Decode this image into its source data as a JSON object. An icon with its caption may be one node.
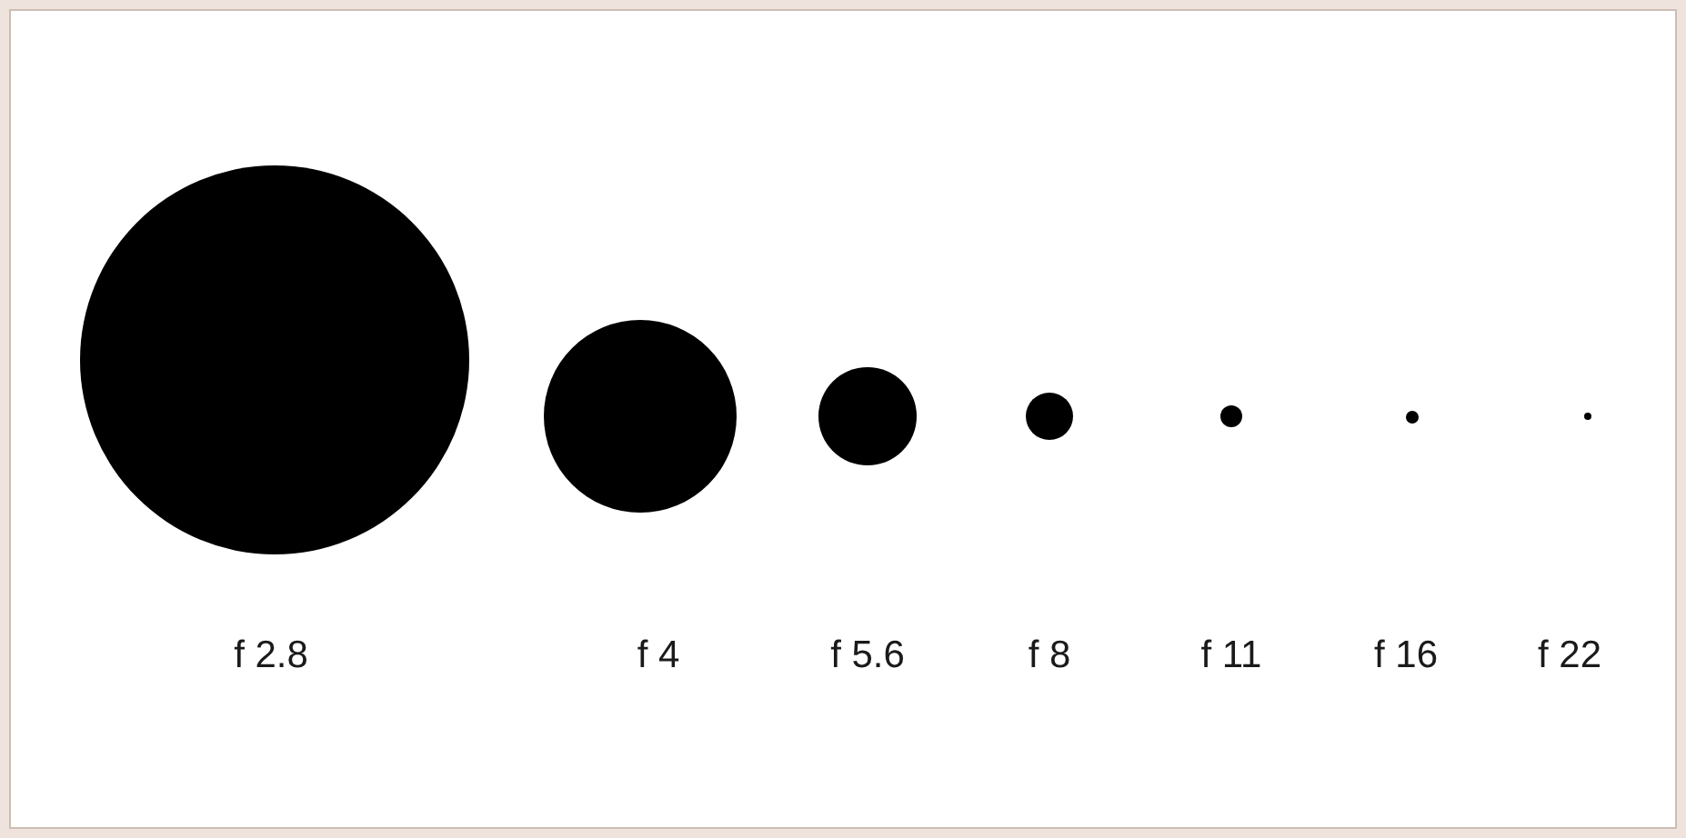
{
  "diagram": {
    "nodes": [
      {
        "text": [],
        "shape": "circle"
      },
      {
        "text": [],
        "shape": "circle"
      },
      {
        "text": [],
        "shape": "circle"
      },
      {
        "text": [],
        "shape": "circle"
      },
      {
        "text": [],
        "shape": "circle"
      },
      {
        "text": [],
        "shape": "circle"
      },
      {
        "text": [],
        "shape": "circle"
      }
    ],
    "labels": [
      "f 2.8",
      "f 4",
      "f 5.6",
      "f 8",
      "f 11",
      "f 16",
      "f 22"
    ]
  }
}
